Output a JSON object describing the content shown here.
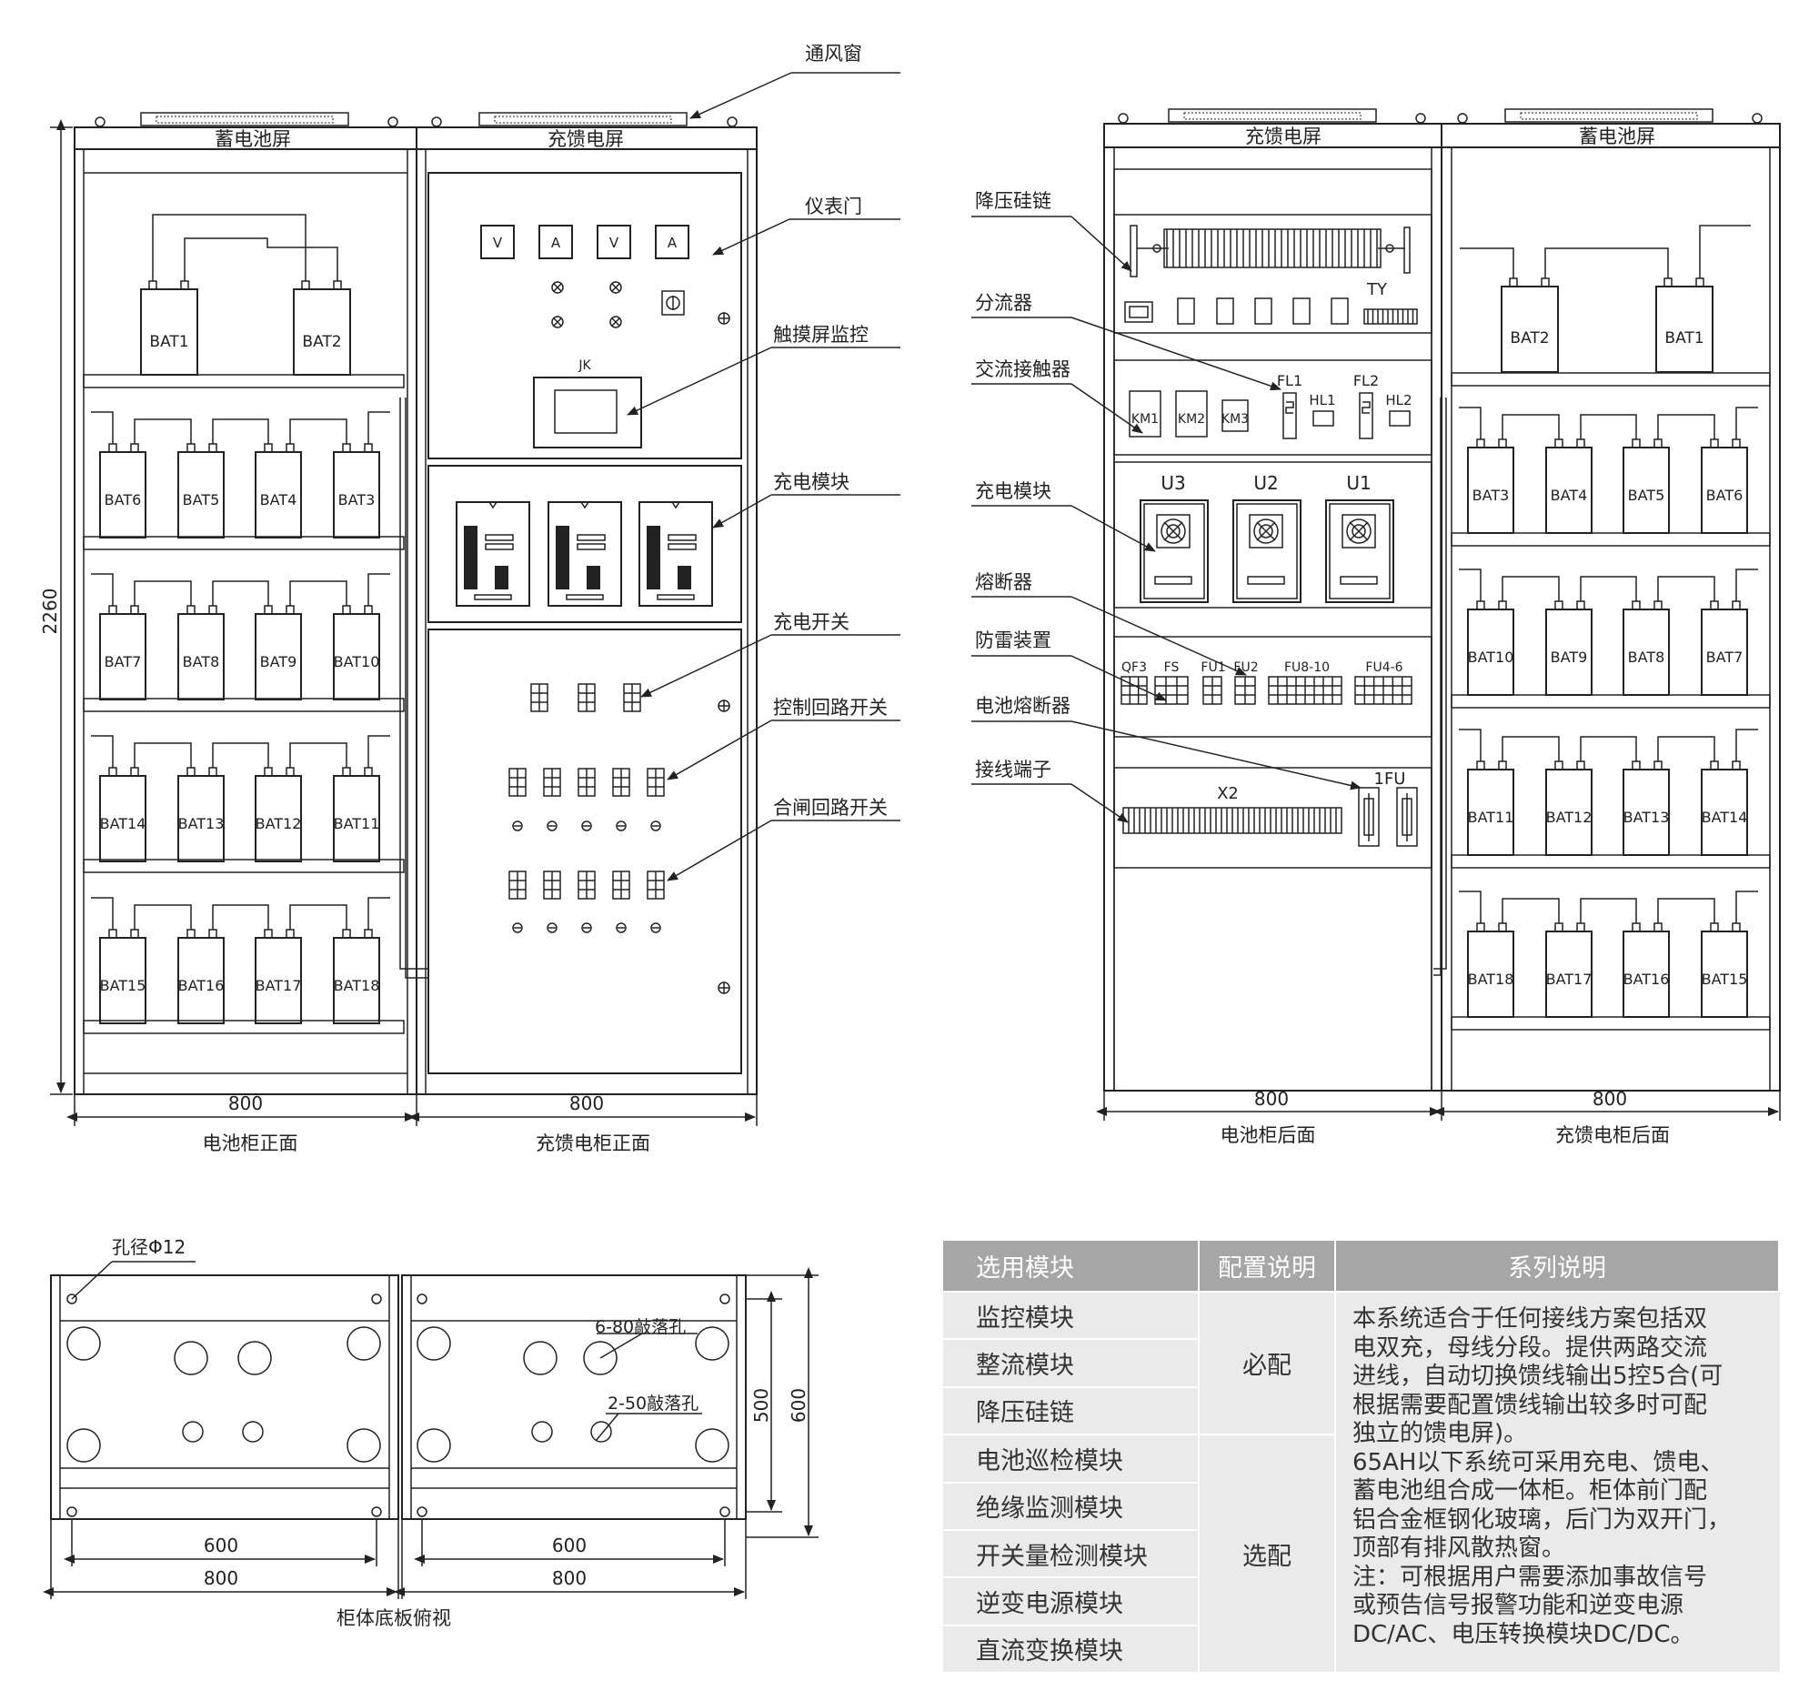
{
  "front_view": {
    "battery_screen_title": "蓄电池屏",
    "charge_screen_title": "充馈电屏",
    "height_dim": "2260",
    "width_left": "800",
    "width_right": "800",
    "caption_left": "电池柜正面",
    "caption_right": "充馈电柜正面",
    "batteries": {
      "row1": [
        "BAT1",
        "BAT2"
      ],
      "row2": [
        "BAT6",
        "BAT5",
        "BAT4",
        "BAT3"
      ],
      "row3": [
        "BAT7",
        "BAT8",
        "BAT9",
        "BAT10"
      ],
      "row4": [
        "BAT14",
        "BAT13",
        "BAT12",
        "BAT11"
      ],
      "row5": [
        "BAT15",
        "BAT16",
        "BAT17",
        "BAT18"
      ]
    },
    "meters": [
      "V",
      "A",
      "V",
      "A"
    ],
    "touch_screen_label": "JK",
    "callouts": [
      "通风窗",
      "仪表门",
      "触摸屏监控",
      "充电模块",
      "充电开关",
      "控制回路开关",
      "合闸回路开关"
    ]
  },
  "rear_view": {
    "charge_screen_title": "充馈电屏",
    "battery_screen_title": "蓄电池屏",
    "width_left": "800",
    "width_right": "800",
    "caption_left": "电池柜后面",
    "caption_right": "充馈电柜后面",
    "callouts": [
      "降压硅链",
      "分流器",
      "交流接触器",
      "充电模块",
      "熔断器",
      "防雷装置",
      "电池熔断器",
      "接线端子"
    ],
    "labels": {
      "ty": "TY",
      "fl1": "FL1",
      "fl2": "FL2",
      "hl1": "HL1",
      "hl2": "HL2",
      "km1": "KM1",
      "km2": "KM2",
      "km3": "KM3",
      "u3": "U3",
      "u2": "U2",
      "u1": "U1",
      "qf3": "QF3",
      "fs": "FS",
      "fu1": "FU1",
      "fu2": "FU2",
      "fu8_10": "FU8-10",
      "fu4_6": "FU4-6",
      "x2": "X2",
      "fu_1": "1FU"
    },
    "batteries": {
      "row1": [
        "BAT2",
        "BAT1"
      ],
      "row2": [
        "BAT3",
        "BAT4",
        "BAT5",
        "BAT6"
      ],
      "row3": [
        "BAT10",
        "BAT9",
        "BAT8",
        "BAT7"
      ],
      "row4": [
        "BAT11",
        "BAT12",
        "BAT13",
        "BAT14"
      ],
      "row5": [
        "BAT18",
        "BAT17",
        "BAT16",
        "BAT15"
      ]
    }
  },
  "base_view": {
    "hole_label": "孔径Φ12",
    "knockout_80": "6-80敲落孔",
    "knockout_50": "2-50敲落孔",
    "dim_500": "500",
    "dim_600_v": "600",
    "dim_600_left": "600",
    "dim_800_left": "800",
    "dim_600_right": "600",
    "dim_800_right": "800",
    "caption": "柜体底板俯视"
  },
  "config_table": {
    "headers": [
      "选用模块",
      "配置说明",
      "系列说明"
    ],
    "modules": [
      "监控模块",
      "整流模块",
      "降压硅链",
      "电池巡检模块",
      "绝缘监测模块",
      "开关量检测模块",
      "逆变电源模块",
      "直流变换模块"
    ],
    "required": "必配",
    "optional": "选配",
    "description": [
      "本系统适合于任何接线方案包括双",
      "电双充，母线分段。提供两路交流",
      "进线，自动切换馈线输出5控5合(可",
      "根据需要配置馈线输出较多时可配",
      "独立的馈电屏)。",
      "65AH以下系统可采用充电、馈电、",
      "蓄电池组合成一体柜。柜体前门配",
      "铝合金框钢化玻璃，后门为双开门，",
      "顶部有排风散热窗。",
      "注：可根据用户需要添加事故信号",
      "或预告信号报警功能和逆变电源",
      "DC/AC、电压转换模块DC/DC。"
    ]
  }
}
